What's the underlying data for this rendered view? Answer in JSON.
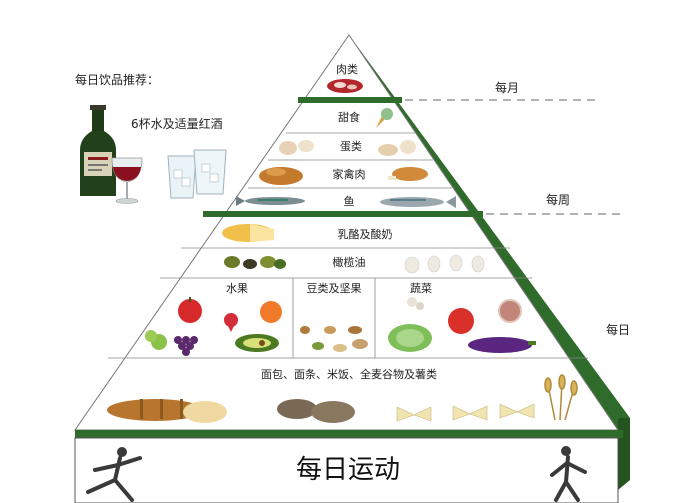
{
  "drinks": {
    "heading": "每日饮品推荐：",
    "note": "6杯水及适量红酒"
  },
  "frequency": {
    "monthly": "每月",
    "weekly": "每周",
    "daily": "每日"
  },
  "tiers": {
    "meat": "肉类",
    "sweets": "甜食",
    "eggs": "蛋类",
    "poultry": "家禽肉",
    "fish": "鱼",
    "dairy": "乳酪及酸奶",
    "olive_oil": "橄榄油",
    "fruit": "水果",
    "beans_nuts": "豆类及坚果",
    "vegetables": "蔬菜",
    "grains": "面包、面条、米饭、全麦谷物及薯类",
    "exercise": "每日运动"
  },
  "colors": {
    "pyramid_green": "#2f6b2a",
    "shadow_green": "#3d7a34"
  }
}
